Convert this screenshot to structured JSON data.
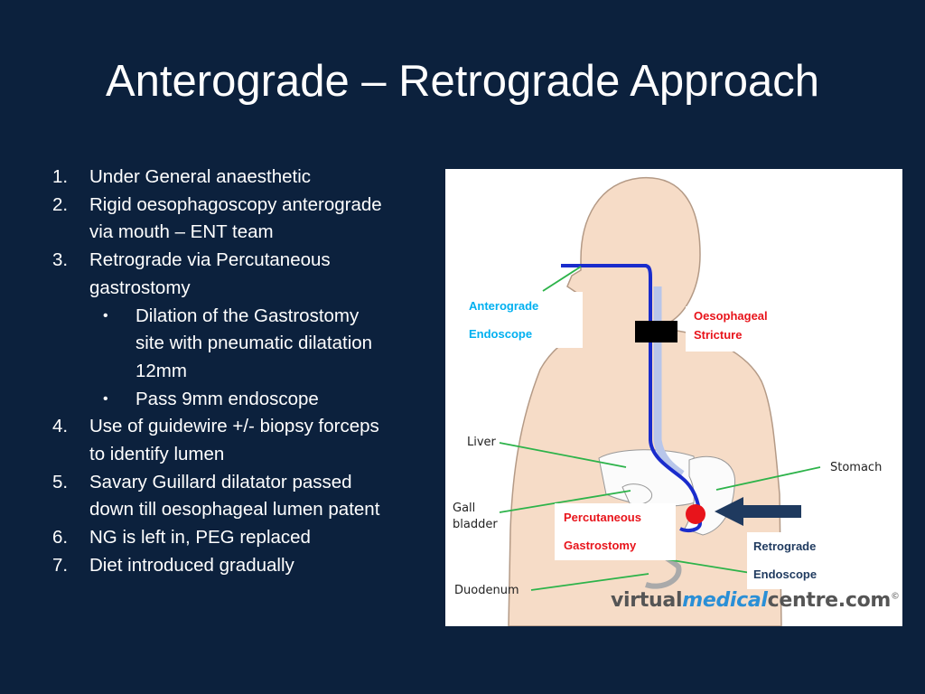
{
  "slide": {
    "title": "Anterograde – Retrograde Approach",
    "list": [
      {
        "num": "1.",
        "lines": [
          "Under General anaesthetic"
        ]
      },
      {
        "num": "2.",
        "lines": [
          "Rigid oesophagoscopy anterograde",
          "via mouth – ENT team"
        ]
      },
      {
        "num": "3.",
        "lines": [
          "Retrograde via Percutaneous",
          "gastrostomy"
        ]
      },
      {
        "num": "4.",
        "lines": [
          "Use of guidewire +/- biopsy forceps",
          "to identify lumen"
        ]
      },
      {
        "num": "5.",
        "lines": [
          "Savary Guillard dilatator passed",
          "down till oesophageal lumen patent"
        ]
      },
      {
        "num": "6.",
        "lines": [
          "NG is left in, PEG replaced"
        ]
      },
      {
        "num": "7.",
        "lines": [
          "Diet introduced gradually"
        ]
      }
    ],
    "sublist": [
      {
        "bullet": "•",
        "lines": [
          "Dilation of the Gastrostomy",
          "site with pneumatic dilatation",
          "12mm"
        ]
      },
      {
        "bullet": "•",
        "lines": [
          "Pass 9mm endoscope"
        ]
      }
    ]
  },
  "figure": {
    "labels": {
      "anterograde_1": "Anterograde",
      "anterograde_2": "Endoscope",
      "stricture_1": "Oesophageal",
      "stricture_2": "Stricture",
      "percutaneous_1": "Percutaneous",
      "percutaneous_2": "Gastrostomy",
      "retrograde_1": "Retrograde",
      "retrograde_2": "Endoscope"
    },
    "organs": {
      "liver": "Liver",
      "stomach": "Stomach",
      "gall_1": "Gall",
      "gall_2": "bladder",
      "duodenum": "Duodenum"
    },
    "logo": {
      "part1": "virtual",
      "part2": "medical",
      "part3": "centre.com",
      "mark": "©"
    },
    "colors": {
      "cyan": "#00b0f0",
      "red": "#e8141b",
      "navy": "#1f3a5f",
      "skin": "#f6dcc7",
      "green": "#2db34a",
      "blue_tube": "#1a2ccc"
    }
  }
}
